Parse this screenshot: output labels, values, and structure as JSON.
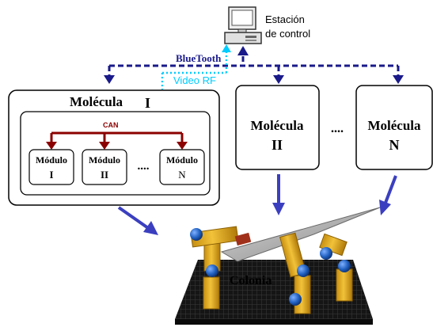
{
  "station": {
    "label_line1": "Estación",
    "label_line2": "de control",
    "icon": "computer-icon"
  },
  "links": {
    "bluetooth": "BlueTooth",
    "video_rf": "Video RF"
  },
  "molecules": [
    {
      "title": "Molécula",
      "index": "I"
    },
    {
      "title": "Molécula",
      "index": "II"
    },
    {
      "title": "Molécula",
      "index": "N"
    }
  ],
  "between_molecules_ellipsis": "....",
  "bus": {
    "label": "CAN"
  },
  "modules": [
    {
      "title": "Módulo",
      "index": "I"
    },
    {
      "title": "Módulo",
      "index": "II"
    },
    {
      "title": "Módulo",
      "index": "N"
    }
  ],
  "between_modules_ellipsis": "....",
  "colony": {
    "label": "Colonia"
  },
  "colors": {
    "link_line": "#1a1a8a",
    "video_line": "#00ccff",
    "can_bus": "#8b0000",
    "flow_arrow": "#3b3fbf",
    "robot_segment": "#e8b020",
    "robot_joint": "#2060c0",
    "platform": "#151515",
    "plate": "#a8a8a8"
  }
}
